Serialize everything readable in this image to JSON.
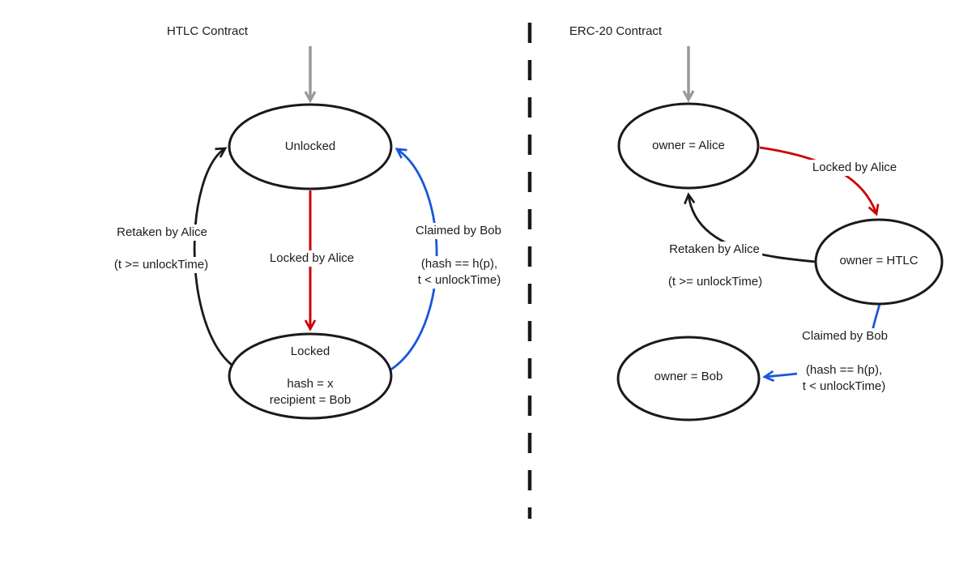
{
  "diagram": {
    "left": {
      "title": "HTLC Contract",
      "nodes": {
        "unlocked": {
          "label": "Unlocked"
        },
        "locked": {
          "title": "Locked",
          "prop1": "hash = x",
          "prop2": "recipient = Bob"
        }
      },
      "edges": {
        "locked_by_alice": {
          "label": "Locked by Alice"
        },
        "retaken_by_alice": {
          "label": "Retaken by Alice",
          "condition": "(t >= unlockTime)"
        },
        "claimed_by_bob": {
          "label": "Claimed by Bob",
          "condition1": "(hash == h(p),",
          "condition2": "t < unlockTime)"
        }
      }
    },
    "right": {
      "title": "ERC-20 Contract",
      "nodes": {
        "owner_alice": {
          "label": "owner = Alice"
        },
        "owner_htlc": {
          "label": "owner = HTLC"
        },
        "owner_bob": {
          "label": "owner = Bob"
        }
      },
      "edges": {
        "locked_by_alice": {
          "label": "Locked by Alice"
        },
        "retaken_by_alice": {
          "label": "Retaken by Alice",
          "condition": "(t >= unlockTime)"
        },
        "claimed_by_bob": {
          "label": "Claimed by Bob",
          "condition1": "(hash == h(p),",
          "condition2": "t < unlockTime)"
        }
      }
    },
    "colors": {
      "initial_arrow": "#999999",
      "lock_transition": "#cc0000",
      "retake_transition": "#1a1a1a",
      "claim_transition": "#1a56db",
      "node_stroke": "#1a1a1a",
      "divider": "#1a1a1a"
    }
  }
}
